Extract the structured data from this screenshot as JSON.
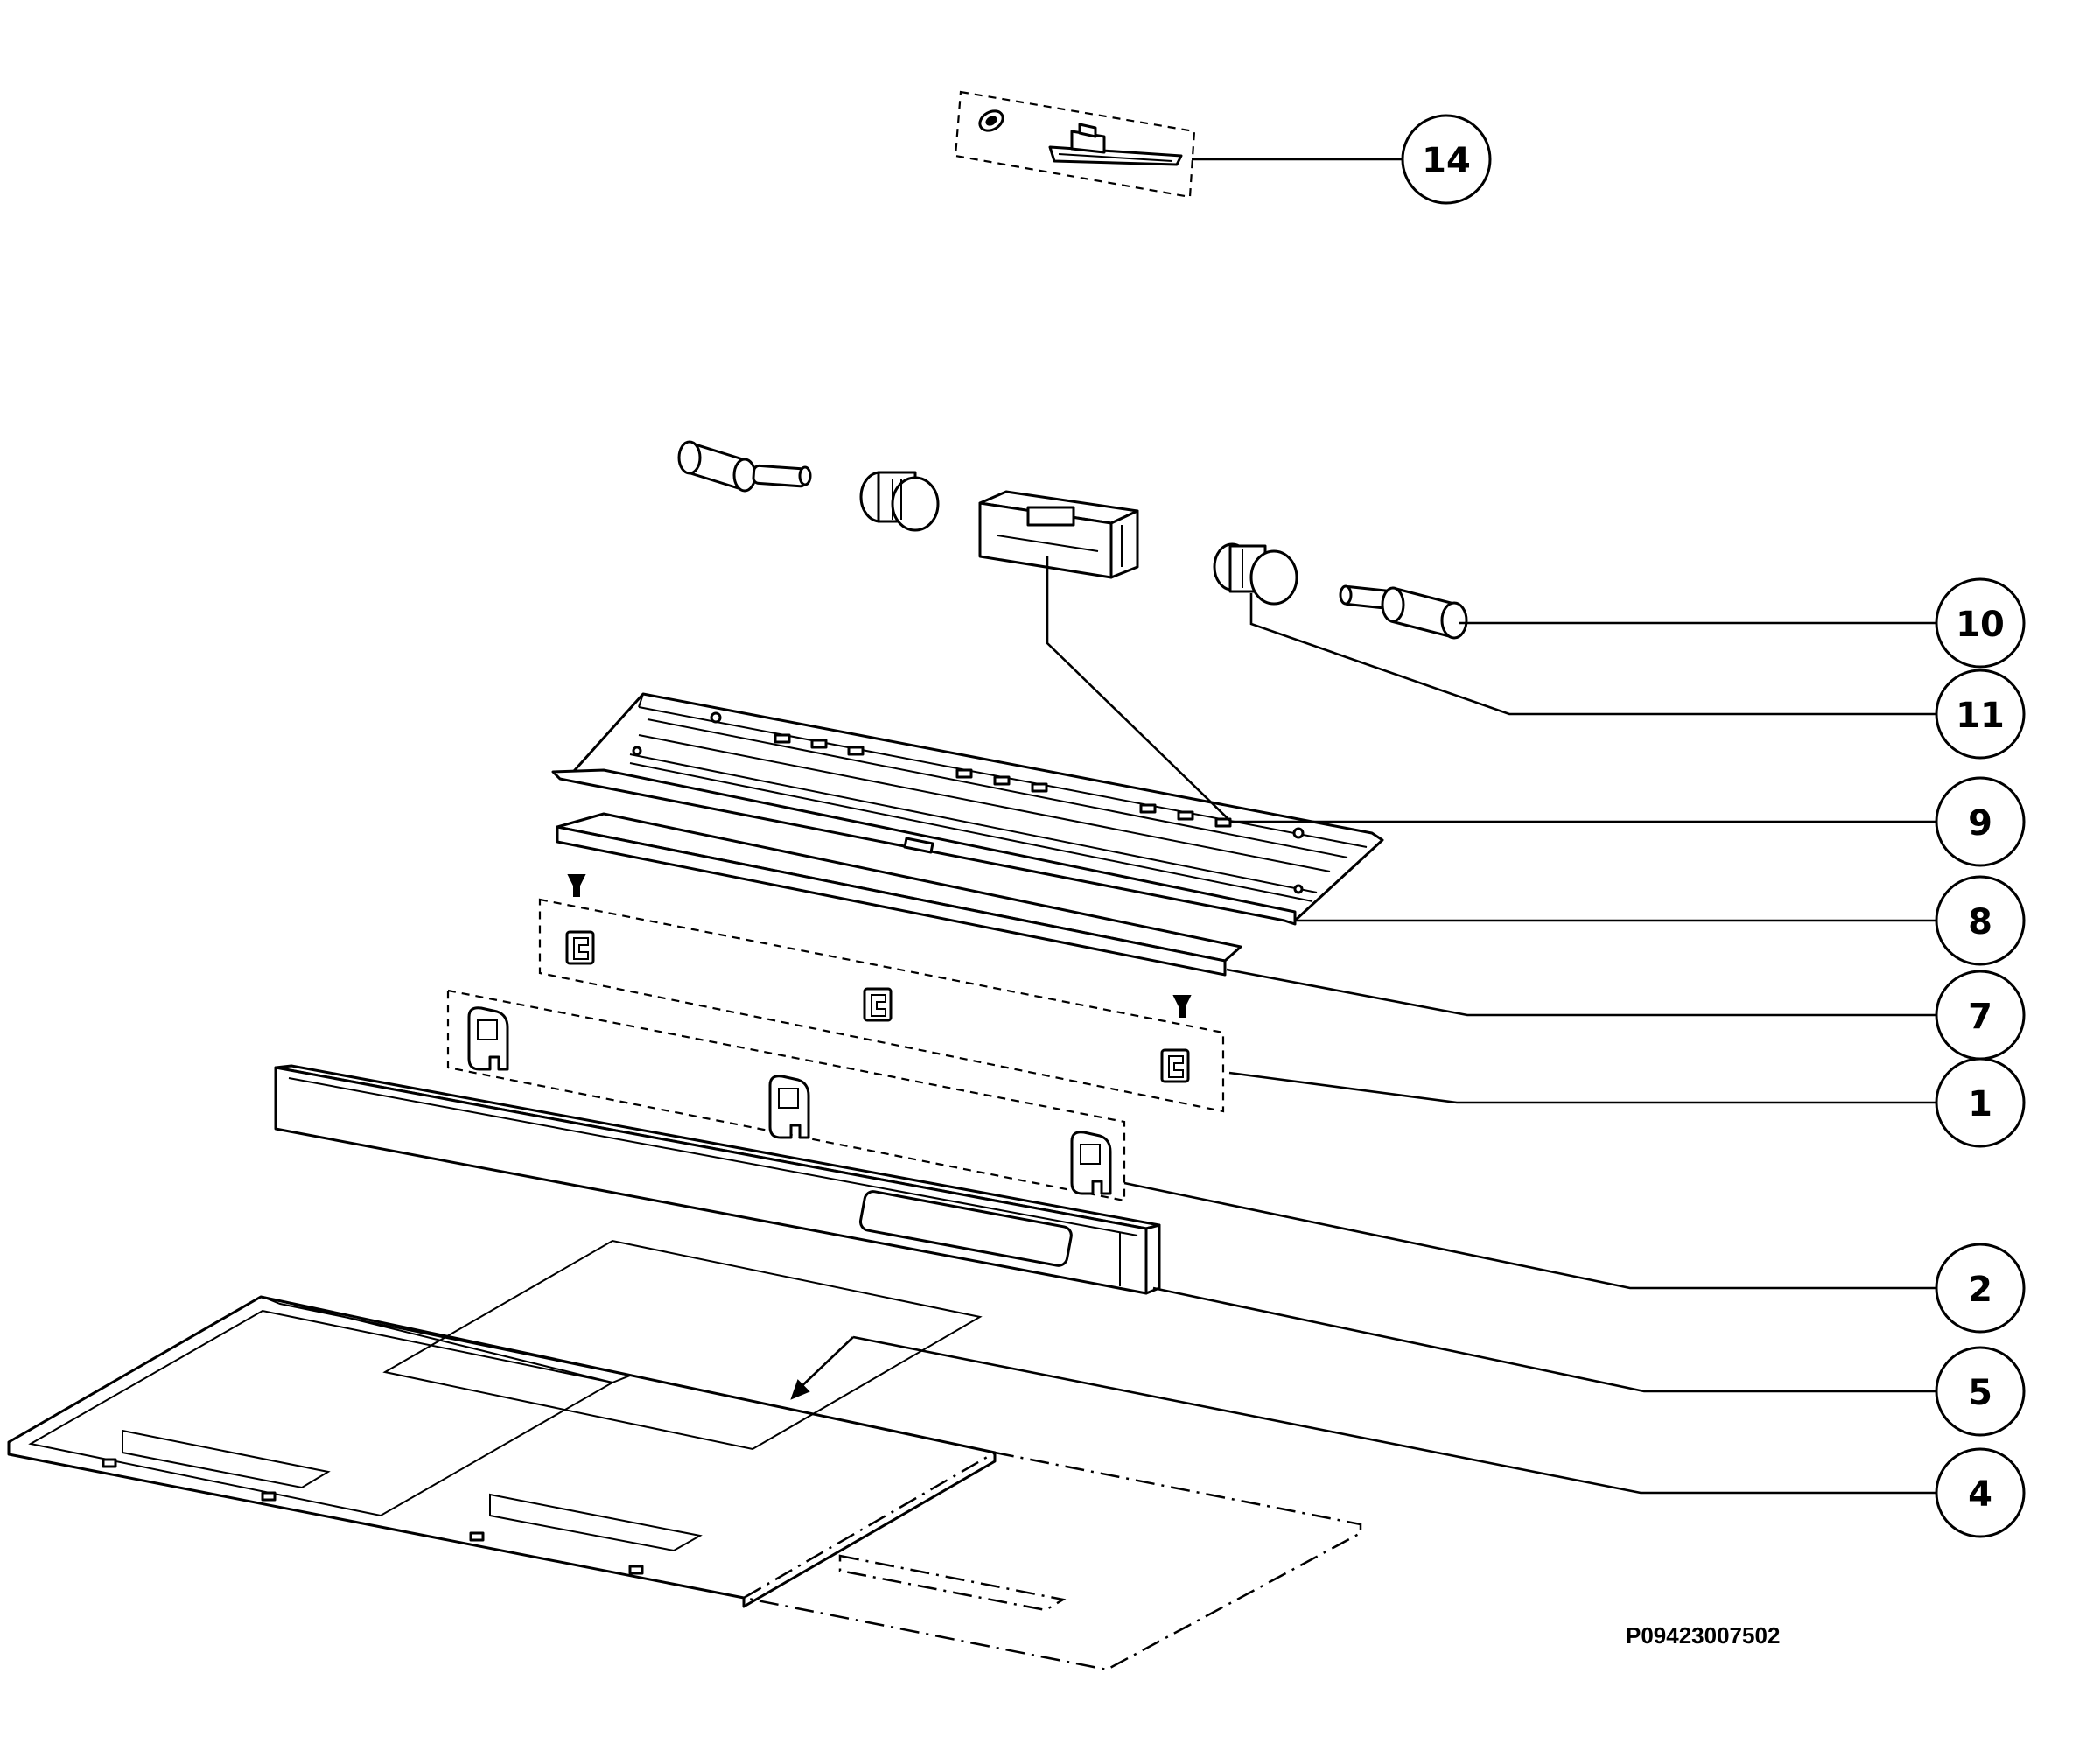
{
  "callouts": {
    "c14": "14",
    "c10": "10",
    "c11": "11",
    "c9": "9",
    "c8": "8",
    "c7": "7",
    "c1": "1",
    "c2": "2",
    "c5": "5",
    "c4": "4"
  },
  "drawing_code": "P09423007502"
}
